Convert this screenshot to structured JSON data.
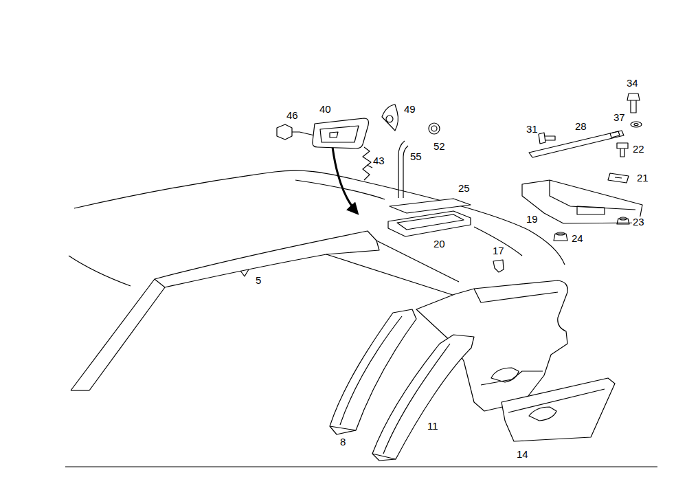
{
  "diagram": {
    "labels": [
      "34",
      "40",
      "49",
      "46",
      "37",
      "31",
      "28",
      "52",
      "22",
      "43",
      "55",
      "21",
      "25",
      "19",
      "23",
      "24",
      "20",
      "17",
      "5",
      "11",
      "8",
      "14"
    ]
  }
}
